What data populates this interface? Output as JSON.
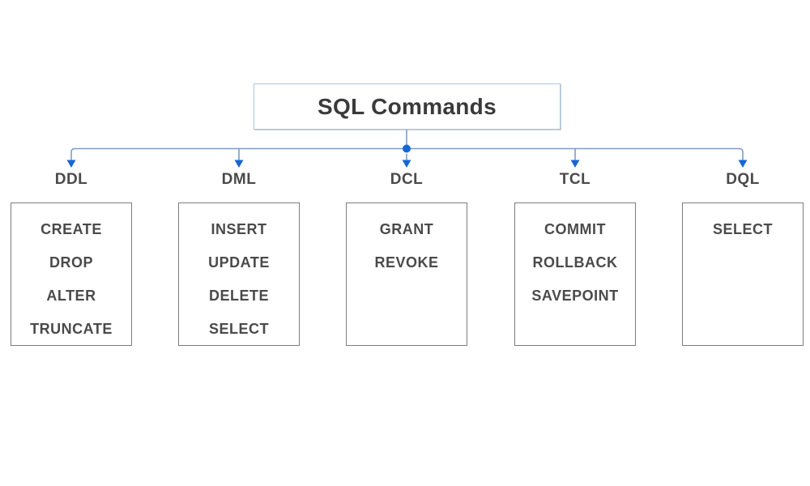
{
  "diagram": {
    "title": "SQL Commands",
    "categories": [
      {
        "label": "DDL",
        "commands": [
          "CREATE",
          "DROP",
          "ALTER",
          "TRUNCATE"
        ]
      },
      {
        "label": "DML",
        "commands": [
          "INSERT",
          "UPDATE",
          "DELETE",
          "SELECT"
        ]
      },
      {
        "label": "DCL",
        "commands": [
          "GRANT",
          "REVOKE"
        ]
      },
      {
        "label": "TCL",
        "commands": [
          "COMMIT",
          "ROLLBACK",
          "SAVEPOINT"
        ]
      },
      {
        "label": "DQL",
        "commands": [
          "SELECT"
        ]
      }
    ],
    "icons": {
      "arrow_down": "down-arrowhead",
      "junction": "junction-dot"
    },
    "colors": {
      "connector_line": "#7f9cbe",
      "arrow": "#1667d6",
      "title_box_border": "#aec7da",
      "category_box_border": "#7d7d7d",
      "text": "#4a4a4a",
      "title_text": "#3a3a3a",
      "background": "#ffffff"
    }
  }
}
